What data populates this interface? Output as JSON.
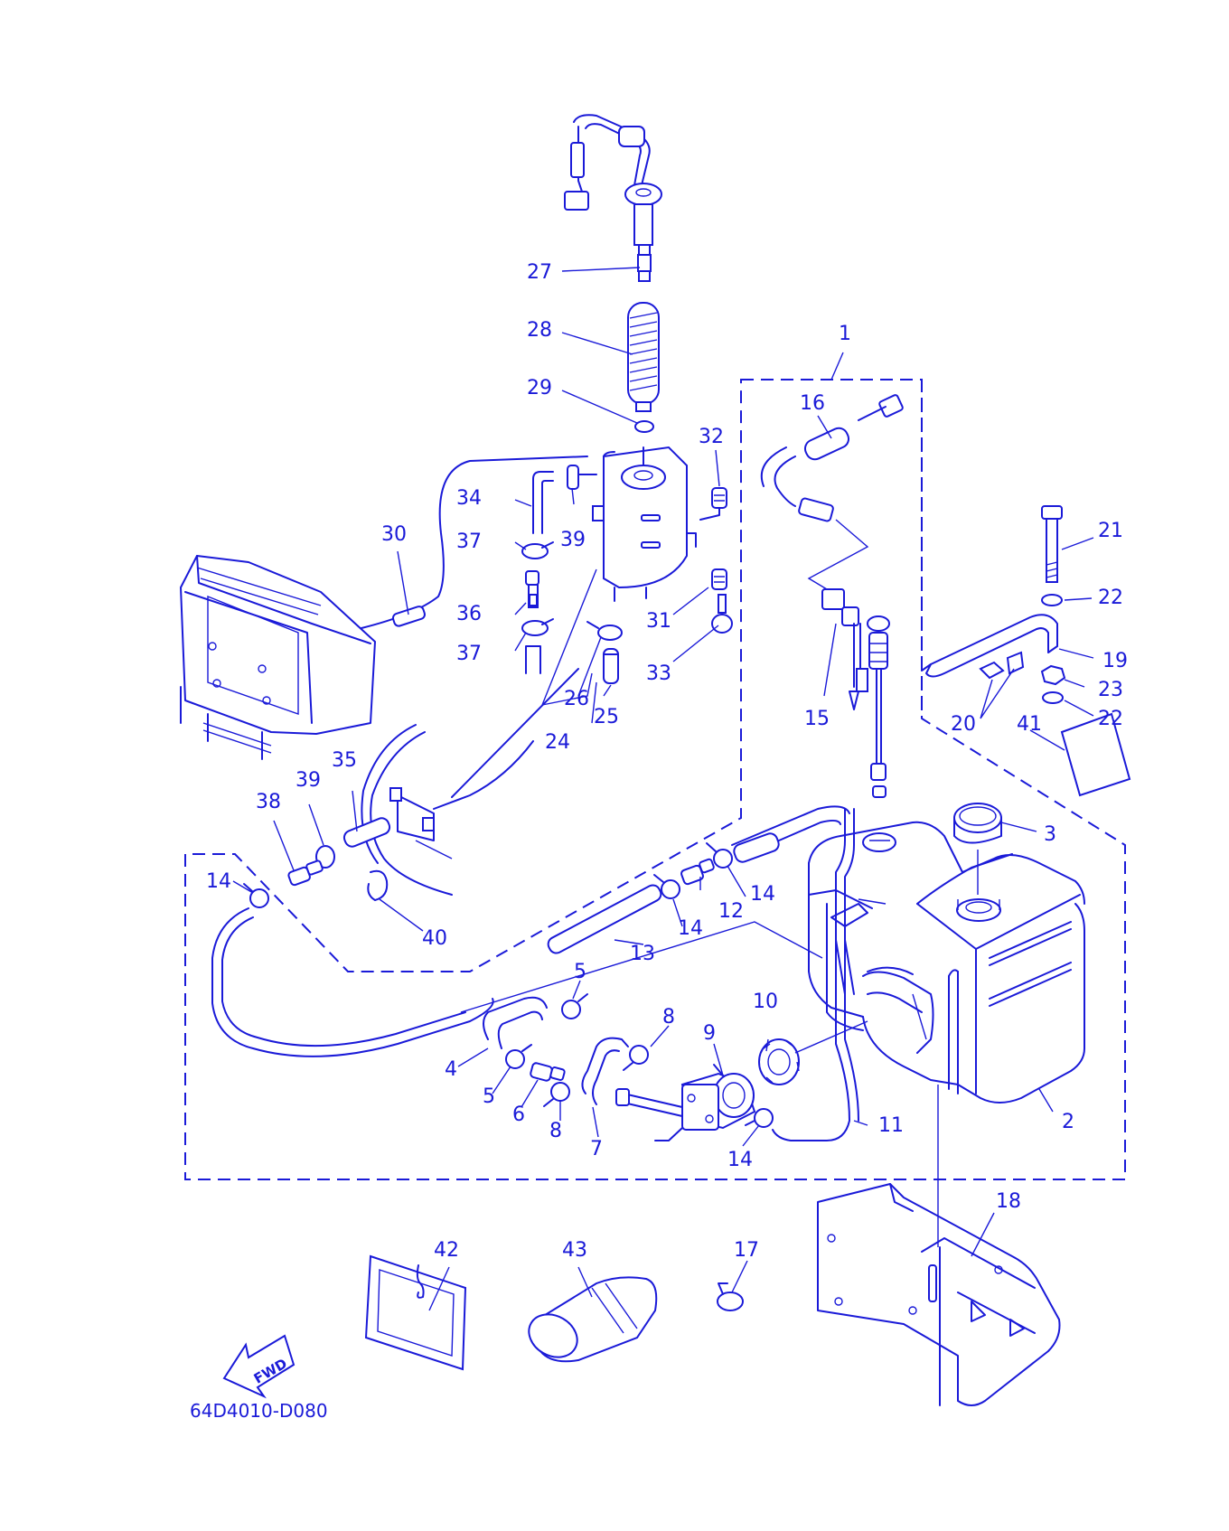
{
  "figure_code": "64D4010-D080",
  "fwd_label": "FWD",
  "colors": {
    "line": "#1a1ad8",
    "background": "#ffffff"
  },
  "callouts": [
    "1",
    "2",
    "3",
    "4",
    "5",
    "5",
    "6",
    "7",
    "8",
    "8",
    "9",
    "10",
    "11",
    "12",
    "13",
    "14",
    "14",
    "14",
    "14",
    "15",
    "16",
    "17",
    "18",
    "19",
    "20",
    "21",
    "22",
    "22",
    "23",
    "24",
    "25",
    "26",
    "27",
    "28",
    "29",
    "30",
    "31",
    "32",
    "33",
    "34",
    "35",
    "36",
    "37",
    "37",
    "38",
    "39",
    "39",
    "40",
    "41",
    "42",
    "43"
  ]
}
